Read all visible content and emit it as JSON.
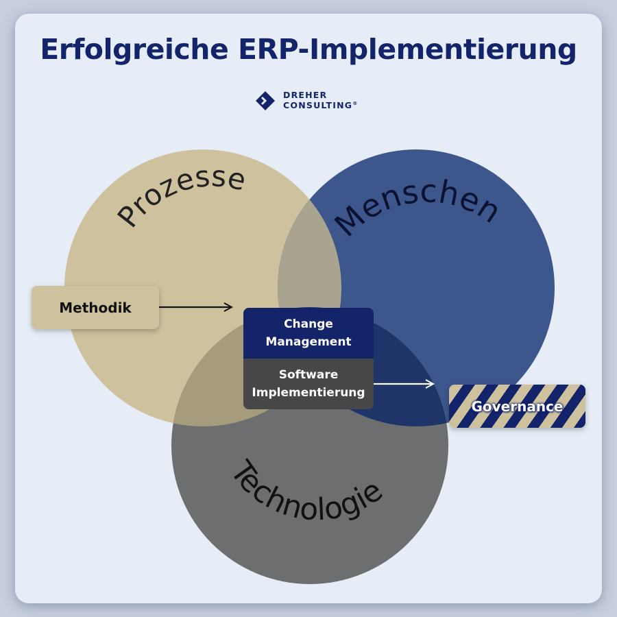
{
  "title": "Erfolgreiche ERP-Implementierung",
  "logo": {
    "line1": "DREHER",
    "line2": "CONSULTING",
    "registered": "®",
    "icon": "dreher-diamond-icon"
  },
  "circles": {
    "prozesse": "Prozesse",
    "menschen": "Menschen",
    "technologie": "Technologie"
  },
  "boxes": {
    "methodik": "Methodik",
    "change_line1": "Change",
    "change_line2": "Management",
    "software_line1": "Software",
    "software_line2": "Implementierung",
    "governance": "Governance"
  },
  "colors": {
    "background": "#e7edf6",
    "navy": "#13246b",
    "beige": "#cec19e",
    "blue": "#3d568c",
    "grey": "#6d6e70",
    "dark_grey": "#474747"
  }
}
